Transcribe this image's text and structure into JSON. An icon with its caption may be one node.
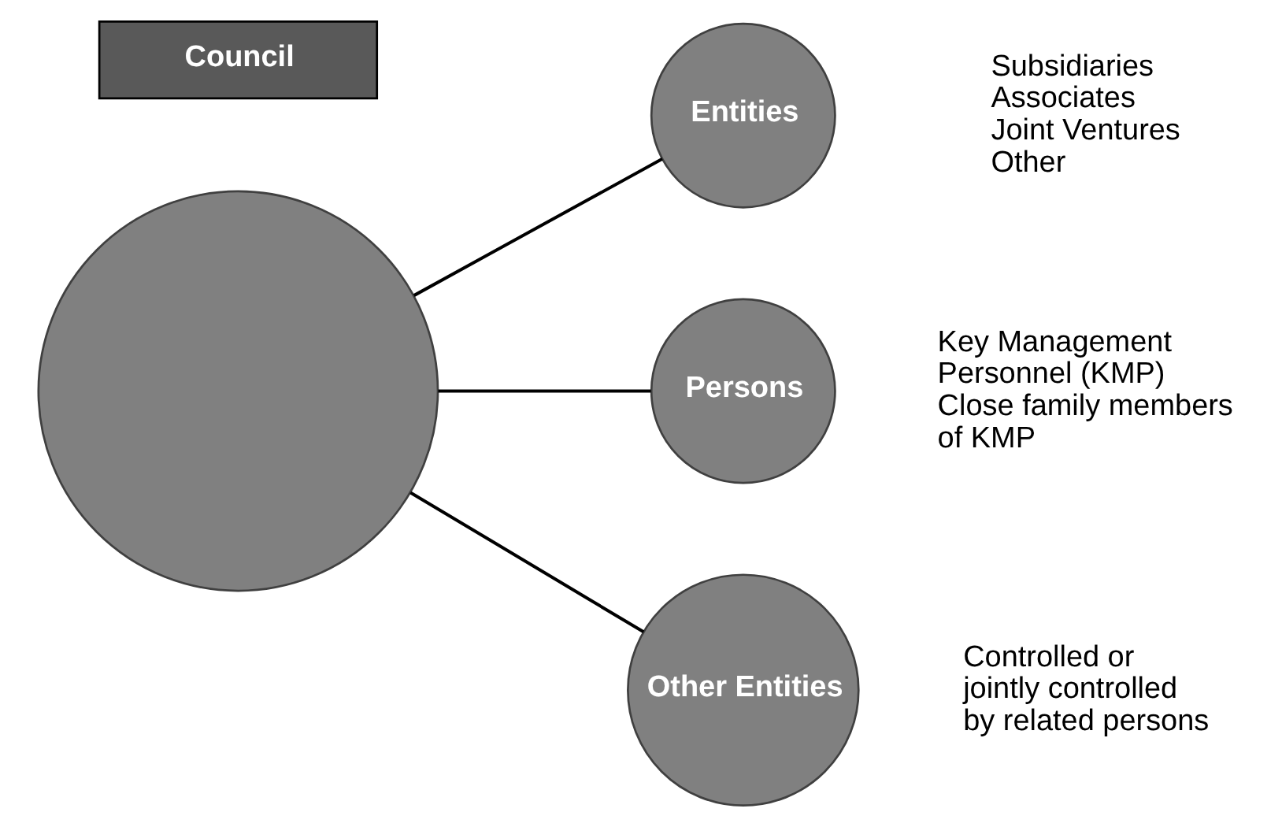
{
  "diagram": {
    "nodes": [
      {
        "text": [
          "Entities"
        ],
        "beside": [
          "Subsidiaries",
          "Associates",
          "Joint Ventures",
          "Other"
        ]
      },
      {
        "text": [],
        "shape": "circle"
      },
      {
        "text": [
          "Council"
        ]
      },
      {
        "text": [
          "Persons"
        ],
        "beside": [
          "Key Management Personnel (KMP)",
          "Close family members of KMP"
        ]
      },
      {
        "text": [
          "Other Entities"
        ],
        "beside": [
          "Controlled or jointly controlled by related persons"
        ]
      }
    ],
    "edges": [
      {
        "from": 1,
        "to": 0,
        "arrow": "none"
      },
      {
        "from": 1,
        "to": 3,
        "arrow": "none"
      },
      {
        "from": 1,
        "to": 4,
        "arrow": "none"
      }
    ]
  }
}
